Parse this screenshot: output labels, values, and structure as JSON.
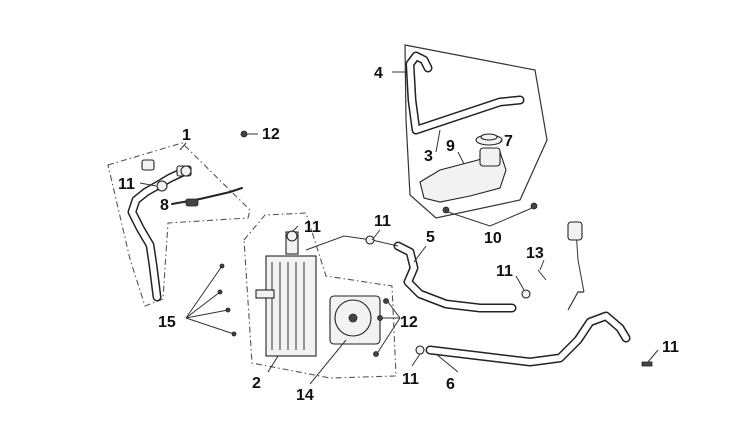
{
  "diagram": {
    "callouts": {
      "c1": "1",
      "c2": "2",
      "c3": "3",
      "c4": "4",
      "c5": "5",
      "c6": "6",
      "c7": "7",
      "c8": "8",
      "c9": "9",
      "c10": "10",
      "c11_a": "11",
      "c11_b": "11",
      "c11_c": "11",
      "c11_d": "11",
      "c11_e": "11",
      "c11_f": "11",
      "c12_a": "12",
      "c12_b": "12",
      "c13": "13",
      "c14": "14",
      "c15": "15"
    }
  }
}
